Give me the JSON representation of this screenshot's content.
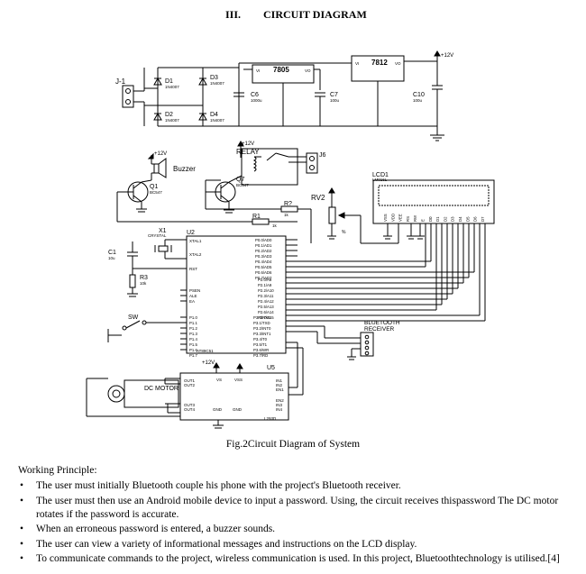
{
  "section": {
    "number": "III.",
    "title": "CIRCUIT  DIAGRAM"
  },
  "labels": {
    "j1": "J-1",
    "d1": "D1",
    "d2": "D2",
    "d3": "D3",
    "d4": "D4",
    "diode_type": "1N4007",
    "reg_7805": "7805",
    "reg_7812": "7812",
    "vi": "VI",
    "vo": "VO",
    "gnd": "GND",
    "c6": "C6",
    "c6_val": "1000u",
    "c7": "C7",
    "c7_val": "100u",
    "c10": "C10",
    "c10_val": "100u",
    "plus12": "+12V",
    "buzzer": "Buzzer",
    "relay": "RELAY",
    "j6": "J6",
    "q1": "Q1",
    "q1_type": "BC547",
    "q7": "Q7",
    "q7_type": "BC547",
    "rv2": "RV2",
    "lcd1": "LCD1",
    "lcd_type": "LM016L",
    "r1": "R1",
    "r1_val": "1k",
    "r7": "R?",
    "r7_val": "1k",
    "x1": "X1",
    "x1_type": "CRYSTAL",
    "c1": "C1",
    "c1_val": "10u",
    "r3": "R3",
    "r3_val": "10k",
    "u2": "U2",
    "xtal1": "XTAL1",
    "xtal2": "XTAL2",
    "rst": "RST",
    "psen": "PSEN",
    "ale": "ALE",
    "ea": "EA",
    "sw": "SW",
    "at89": "AT89C51",
    "bluetooth_line1": "BLUETOOTH",
    "bluetooth_line2": "RECEIVER",
    "u5": "U5",
    "dc_motor": "DC MOTOR",
    "l293d": "L293D",
    "vs": "VS",
    "vss": "VSS",
    "out1": "OUT1",
    "out2": "OUT2",
    "out3": "OUT3",
    "out4": "OUT4",
    "in1": "IN1",
    "in2": "IN2",
    "in3": "IN3",
    "in4": "IN4",
    "en1": "EN1",
    "en2": "EN2",
    "pct": "%"
  },
  "p1_pins": [
    "P1.0",
    "P1.1",
    "P1.2",
    "P1.3",
    "P1.4",
    "P1.5",
    "P1.6",
    "P1.7"
  ],
  "p0_pins": [
    "P0.0/AD0",
    "P0.1/AD1",
    "P0.2/AD2",
    "P0.3/AD3",
    "P0.4/AD4",
    "P0.5/AD5",
    "P0.6/AD6",
    "P0.7/AD7"
  ],
  "p2_pins": [
    "P2.0/A8",
    "P2.1/A9",
    "P2.2/A10",
    "P2.3/A11",
    "P2.4/A12",
    "P2.5/A13",
    "P2.6/A14",
    "P2.7/A15"
  ],
  "p3_pins": [
    "P3.0/RXD",
    "P3.1/TXD",
    "P3.2/INT0",
    "P3.3/INT1",
    "P3.4/T0",
    "P3.5/T1",
    "P3.6/WR",
    "P3.7/RD"
  ],
  "lcd_pins": [
    "VSS",
    "VDD",
    "VEE",
    "RS",
    "RW",
    "E",
    "D0",
    "D1",
    "D2",
    "D3",
    "D4",
    "D5",
    "D6",
    "D7"
  ],
  "caption": "Fig.2Circuit Diagram of System",
  "working": {
    "title": "Working Principle:",
    "bullets": [
      "The user must initially Bluetooth couple his phone with the project's Bluetooth receiver.",
      "The user must  then use an Android mobile device to input a password. Using, the circuit receives thispassword The DC motor rotates if the password is accurate.",
      "When an erroneous password is entered, a buzzer sounds.",
      "The user can view a variety of informational messages and instructions on the LCD display.",
      "To communicate commands to the project, wireless communication is used. In this project, Bluetoothtechnology is utilised.[4]"
    ]
  }
}
